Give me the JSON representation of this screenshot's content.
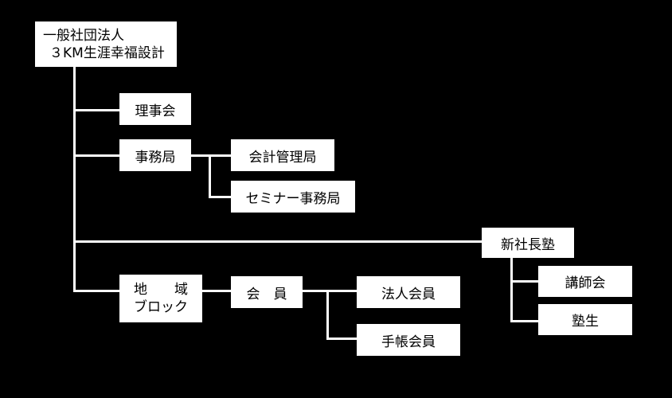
{
  "colors": {
    "background": "#000000",
    "box": "#ffffff",
    "text": "#000000",
    "lines": "#ffffff"
  },
  "org_chart": {
    "root": {
      "line1": "一般社団法人",
      "line2": "３KM生涯幸福設計"
    },
    "board": "理事会",
    "secretariat": {
      "label": "事務局",
      "children": [
        "会計管理局",
        "セミナー事務局"
      ]
    },
    "school": {
      "label": "新社長塾",
      "children": [
        "講師会",
        "塾生"
      ]
    },
    "regional_block": {
      "line1": "地　　域",
      "line2": "ブロック",
      "members": {
        "label": "会　員",
        "children": [
          "法人会員",
          "手帳会員"
        ]
      }
    }
  }
}
